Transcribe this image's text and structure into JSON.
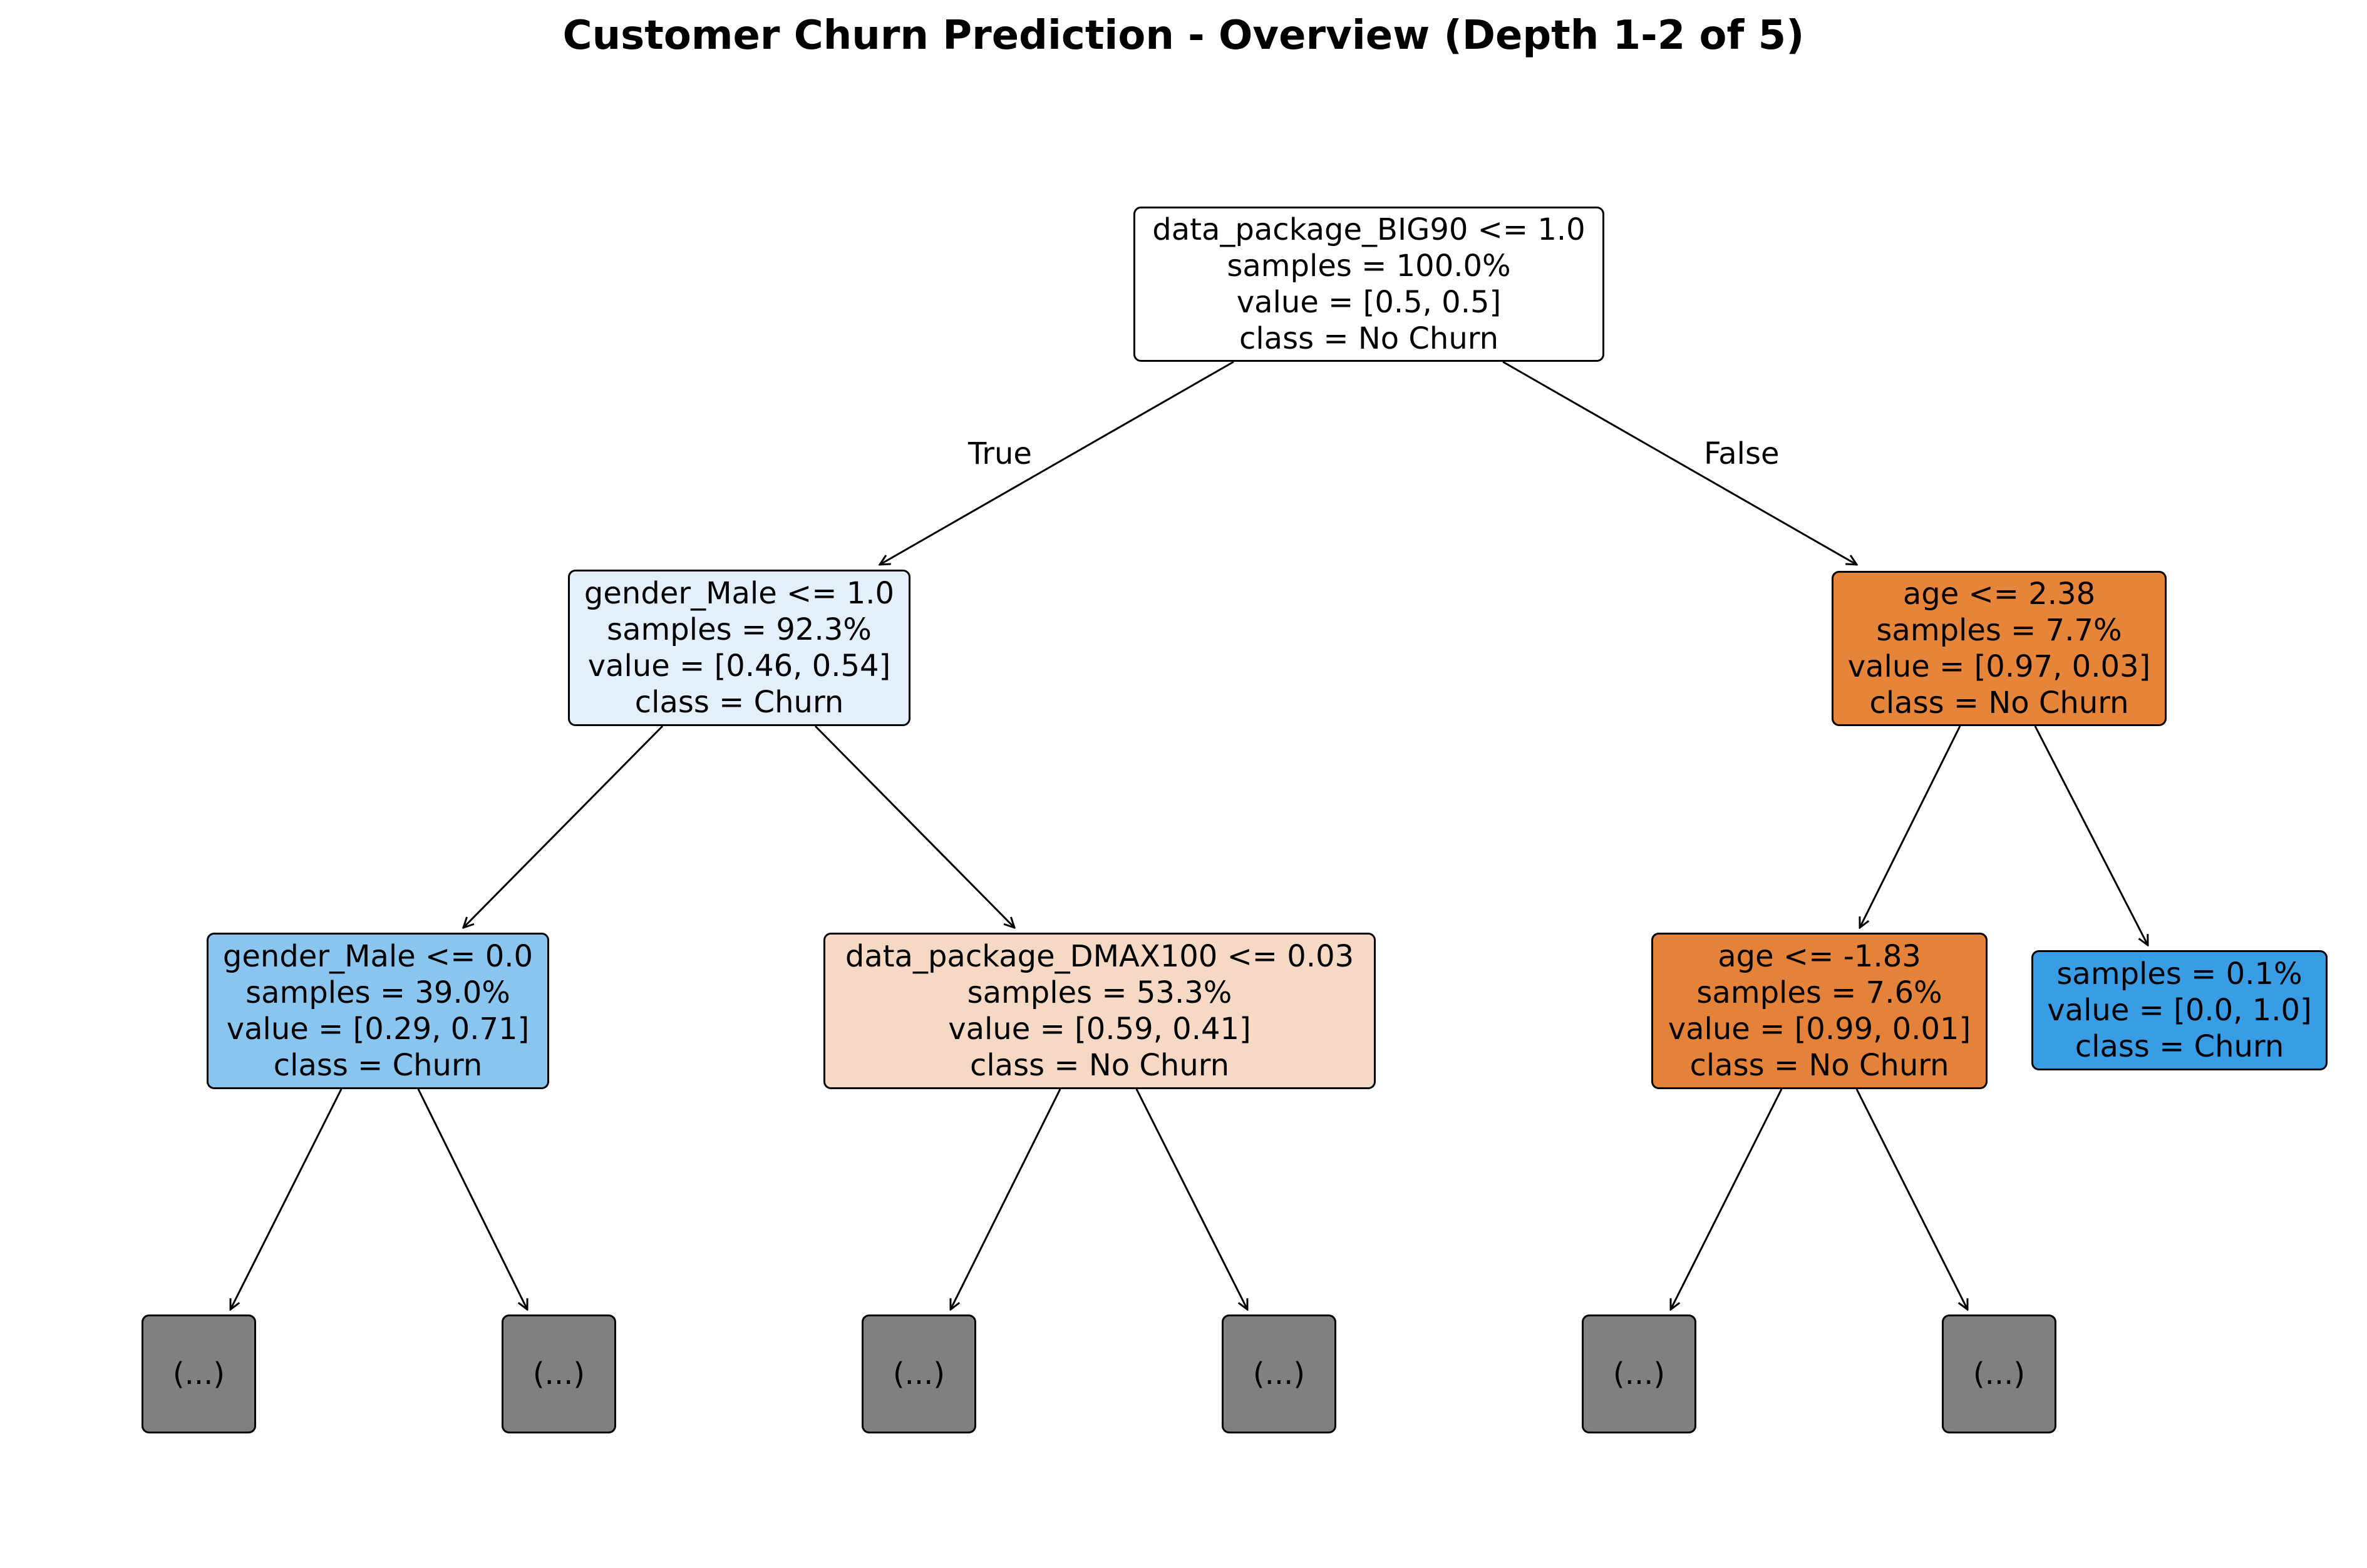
{
  "title": "Customer Churn Prediction - Overview (Depth 1-2 of 5)",
  "colors": {
    "no_churn": "#e58139",
    "churn": "#399de5",
    "truncated": "#808080"
  },
  "edge_labels": {
    "true_label": "True",
    "false_label": "False"
  },
  "nodes": {
    "root": {
      "rule": "data_package_BIG90 <= 1.0",
      "samples": "samples = 100.0%",
      "value": "value = [0.5, 0.5]",
      "klass": "class = No Churn"
    },
    "n_left": {
      "rule": "gender_Male <= 1.0",
      "samples": "samples = 92.3%",
      "value": "value = [0.46, 0.54]",
      "klass": "class = Churn"
    },
    "n_right": {
      "rule": "age <= 2.38",
      "samples": "samples = 7.7%",
      "value": "value = [0.97, 0.03]",
      "klass": "class = No Churn"
    },
    "n_ll": {
      "rule": "gender_Male <= 0.0",
      "samples": "samples = 39.0%",
      "value": "value = [0.29, 0.71]",
      "klass": "class = Churn"
    },
    "n_lr": {
      "rule": "data_package_DMAX100 <= 0.03",
      "samples": "samples = 53.3%",
      "value": "value = [0.59, 0.41]",
      "klass": "class = No Churn"
    },
    "n_rl": {
      "rule": "age <= -1.83",
      "samples": "samples = 7.6%",
      "value": "value = [0.99, 0.01]",
      "klass": "class = No Churn"
    },
    "n_rr": {
      "samples": "samples = 0.1%",
      "value": "value = [0.0, 1.0]",
      "klass": "class = Churn"
    }
  },
  "truncated_label": "(...)"
}
